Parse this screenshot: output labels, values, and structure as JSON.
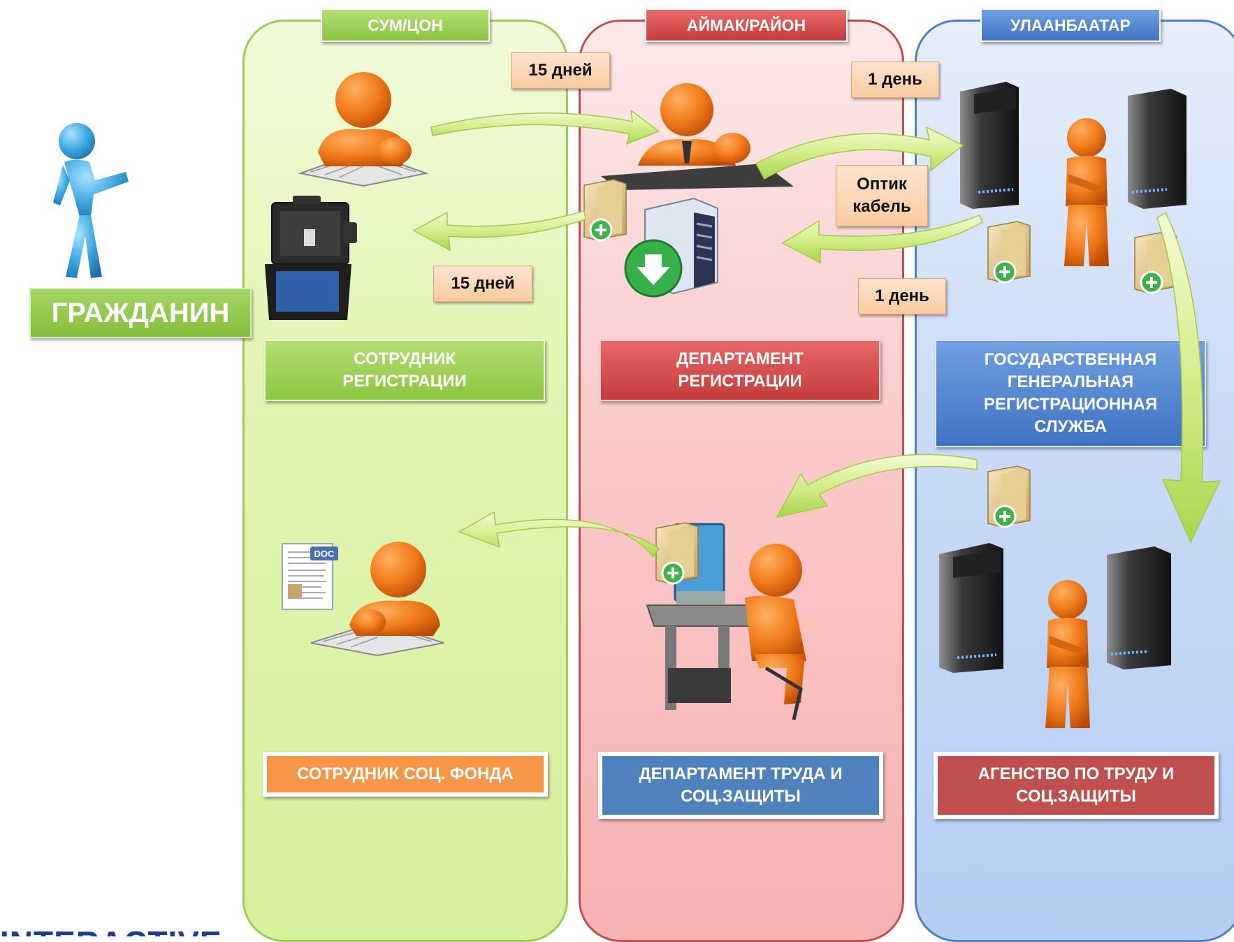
{
  "columns": {
    "left": {
      "header": "СУМ/ЦОН"
    },
    "middle": {
      "header": "АЙМАК/РАЙОН"
    },
    "right": {
      "header": "УЛААНБААТАР"
    }
  },
  "citizen_label": "ГРАЖДАНИН",
  "boxes": {
    "reg_officer": "СОТРУДНИК РЕГИСТРАЦИИ",
    "reg_department": "ДЕПАРТАМЕНТ РЕГИСТРАЦИИ",
    "general_service": "ГОСУДАРСТВЕННАЯ ГЕНЕРАЛЬНАЯ РЕГИСТРАЦИОННАЯ СЛУЖБА",
    "social_fund_officer": "СОТРУДНИК СОЦ. ФОНДА",
    "labor_department": "ДЕПАРТАМЕНТ ТРУДА И СОЦ.ЗАЩИТЫ",
    "labor_agency": "АГЕНСТВО ПО ТРУДУ И СОЦ.ЗАЩИТЫ"
  },
  "time_labels": {
    "top_left": "15 дней",
    "bottom_left": "15 дней",
    "top_right": "1 день",
    "bottom_right": "1 день",
    "cable": "Оптик кабель"
  },
  "icons": {
    "citizen": "person-pointing-icon",
    "clerk": "person-reading-icon",
    "kit": "registration-kit-icon",
    "officer": "person-at-desk-icon",
    "folder": "folder-add-icon",
    "download": "server-download-icon",
    "servers": "server-rack-icon",
    "admin": "person-thinking-icon",
    "document": "doc-file-icon",
    "workstation": "person-at-computer-icon"
  },
  "colors": {
    "green": "#8dc63f",
    "red": "#c0504d",
    "blue": "#4f81bd",
    "orange": "#f79646",
    "figure_orange": "#e8660f",
    "figure_blue": "#3ea8e0"
  },
  "brand_text": "INTERACTIVE"
}
